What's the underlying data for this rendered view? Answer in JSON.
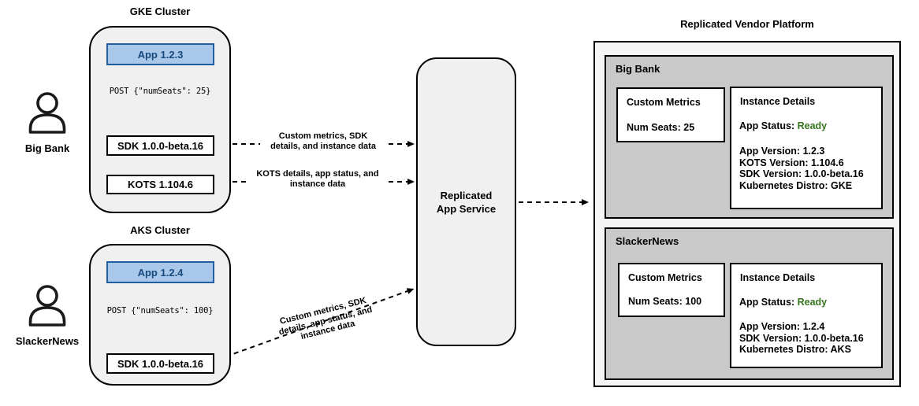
{
  "colors": {
    "app_box_fill": "#a8c7e9",
    "app_box_border": "#1f5fa0",
    "app_box_text": "#17497e",
    "ready_green": "#38761d",
    "cluster_fill": "#f0f0f0",
    "platform_fill": "#f5f5f5",
    "tenant_panel_fill": "#c9c9c9",
    "connector_color": "#000000"
  },
  "gke": {
    "title": "GKE Cluster",
    "user_label": "Big Bank",
    "app_box_label": "App 1.2.3",
    "post_request": "POST {\"numSeats\": 25}",
    "sdk_box_label": "SDK 1.0.0-beta.16",
    "kots_box_label": "KOTS 1.104.6"
  },
  "aks": {
    "title": "AKS Cluster",
    "user_label": "SlackerNews",
    "app_box_label": "App 1.2.4",
    "post_request": "POST {\"numSeats\": 100}",
    "sdk_box_label": "SDK 1.0.0-beta.16"
  },
  "arrow_labels": {
    "gke_sdk": {
      "line1": "Custom metrics, SDK",
      "line2": "details, and instance data"
    },
    "gke_kots": {
      "line1": "KOTS details, app status, and",
      "line2": "instance data"
    },
    "aks_sdk": {
      "line1": "Custom metrics, SDK",
      "line2": "details, app status, and",
      "line3": "instance data"
    }
  },
  "service": {
    "label": "Replicated App Service"
  },
  "platform": {
    "title": "Replicated Vendor Platform",
    "tenants": [
      {
        "name": "Big Bank",
        "custom_metrics": {
          "title": "Custom Metrics",
          "num_seats": "Num Seats: 25"
        },
        "instance_details": {
          "title": "Instance Details",
          "app_status_label": "App Status: ",
          "app_status_value": "Ready",
          "lines": [
            "App Version: 1.2.3",
            "KOTS Version: 1.104.6",
            "SDK Version: 1.0.0-beta.16",
            "Kubernetes Distro: GKE"
          ]
        }
      },
      {
        "name": "SlackerNews",
        "custom_metrics": {
          "title": "Custom Metrics",
          "num_seats": "Num Seats: 100"
        },
        "instance_details": {
          "title": "Instance Details",
          "app_status_label": "App Status: ",
          "app_status_value": "Ready",
          "lines": [
            "App Version: 1.2.4",
            "SDK Version: 1.0.0-beta.16",
            "Kubernetes Distro: AKS"
          ]
        }
      }
    ]
  }
}
